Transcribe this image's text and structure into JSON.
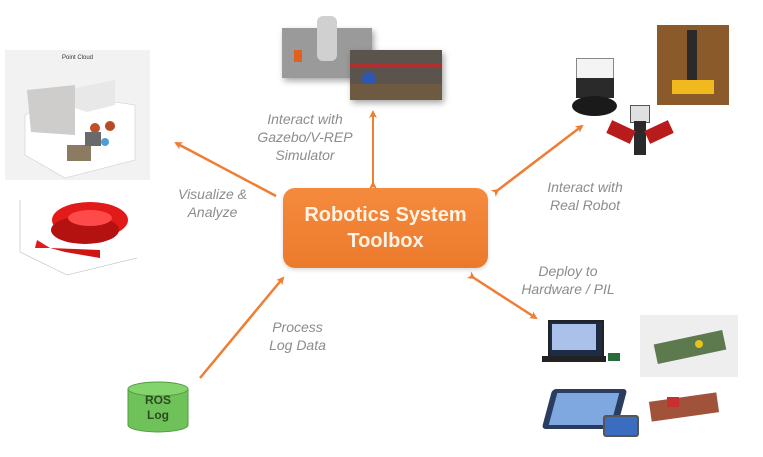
{
  "diagram": {
    "center": {
      "line1": "Robotics System",
      "line2": "Toolbox"
    },
    "edges": [
      {
        "id": "visualize",
        "label_lines": [
          "Visualize &",
          "Analyze"
        ],
        "direction": "out"
      },
      {
        "id": "simulator",
        "label_lines": [
          "Interact with",
          "Gazebo/V-REP",
          "Simulator"
        ],
        "direction": "both"
      },
      {
        "id": "real-robot",
        "label_lines": [
          "Interact with",
          "Real Robot"
        ],
        "direction": "both"
      },
      {
        "id": "deploy",
        "label_lines": [
          "Deploy to",
          "Hardware / PIL"
        ],
        "direction": "both"
      },
      {
        "id": "log-data",
        "label_lines": [
          "Process",
          "Log Data"
        ],
        "direction": "in"
      }
    ],
    "nodes": {
      "ros_log": {
        "line1": "ROS",
        "line2": "Log"
      },
      "point_cloud_plot": {
        "title": "Point Cloud"
      }
    },
    "colors": {
      "accent": "#ef7d32",
      "center_fill": "#f08136",
      "center_text": "#fff3e6",
      "label_text": "#8c8c8c",
      "ros_log_fill": "#6fc25a"
    }
  }
}
